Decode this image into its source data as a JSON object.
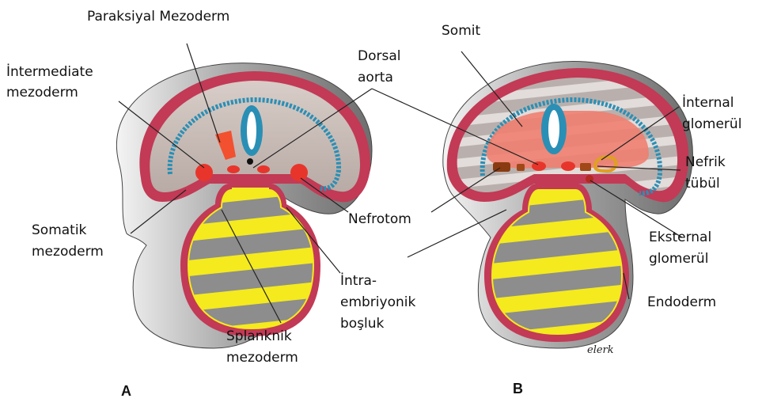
{
  "labels": {
    "paraksiyal": "Paraksiyal Mezoderm",
    "intermediate_1": "İntermediate",
    "intermediate_2": "mezoderm",
    "dorsal_1": "Dorsal",
    "dorsal_2": "aorta",
    "somit": "Somit",
    "internal_1": "İnternal",
    "internal_2": "glomerül",
    "nefrik_1": "Nefrik",
    "nefrik_2": "tübül",
    "nefrotom": "Nefrotom",
    "somatik_1": "Somatik",
    "somatik_2": "mezoderm",
    "eksternal_1": "Eksternal",
    "eksternal_2": "glomerül",
    "intra_1": "İntra-",
    "intra_2": "embriyonik",
    "intra_3": "boşluk",
    "endoderm": "Endoderm",
    "splanknik_1": "Splanknik",
    "splanknik_2": "mezoderm"
  },
  "panels": {
    "a": "A",
    "b": "B"
  },
  "signature": "elerk",
  "colors": {
    "ectoderm": "#c23a55",
    "neural_tube": "#2a8fb5",
    "mesoderm_red": "#e8352b",
    "somite_fill": "#f08070",
    "yolk_yellow": "#f4ea1e",
    "body_gray": "#9b9b9b",
    "glomerulus": "#e0a020",
    "tubule_brown": "#8a3a10"
  }
}
